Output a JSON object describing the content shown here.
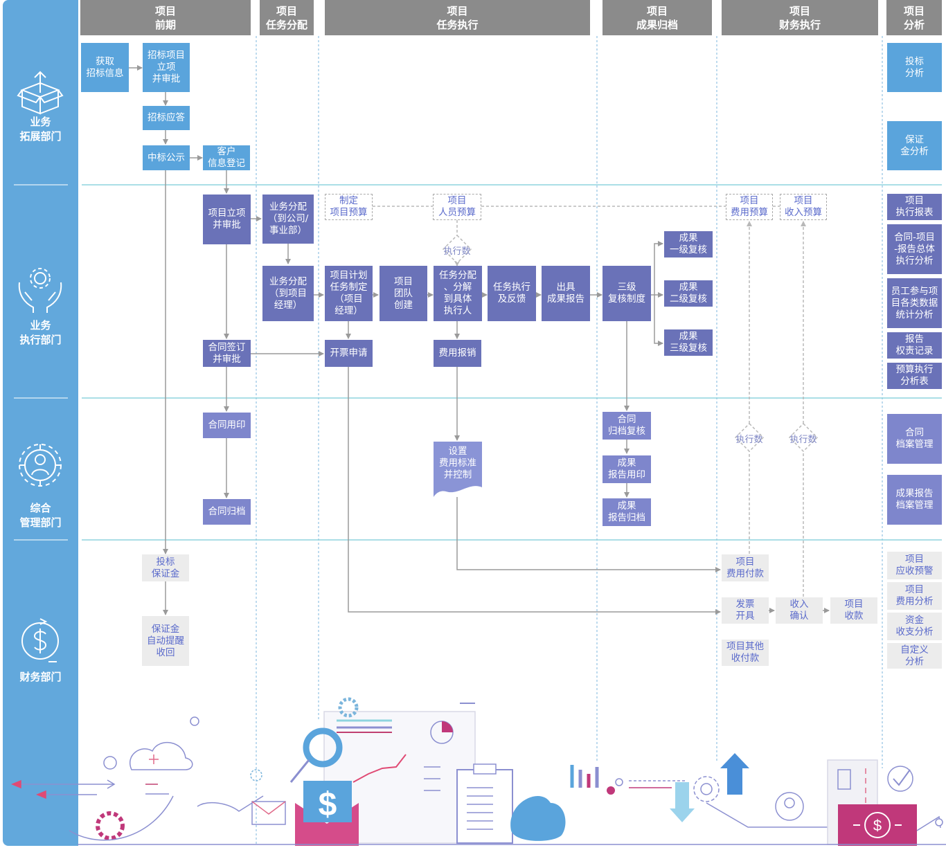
{
  "headers": [
    {
      "id": "h1",
      "label": "项目\n前期"
    },
    {
      "id": "h2",
      "label": "项目\n任务分配"
    },
    {
      "id": "h3",
      "label": "项目\n任务执行"
    },
    {
      "id": "h4",
      "label": "项目\n成果归档"
    },
    {
      "id": "h5",
      "label": "项目\n财务执行"
    },
    {
      "id": "h6",
      "label": "项目\n分析"
    }
  ],
  "departments": {
    "business": "业务\n拓展部门",
    "execution": "业务\n执行部门",
    "admin": "综合\n管理部门",
    "finance": "财务部门"
  },
  "boxes": {
    "b01": "获取\n招标信息",
    "b02": "招标项目\n立项\n并审批",
    "b03": "招标应答",
    "b04": "中标公示",
    "b05": "客户\n信息登记",
    "a01": "投标\n分析",
    "a02": "保证\n金分析",
    "e01": "项目立项\n并审批",
    "e02": "业务分配\n（到公司/\n事业部）",
    "e03": "业务分配\n（到项目\n经理）",
    "e04": "制定\n项目预算",
    "e05": "项目\n人员预算",
    "e06": "项目计划\n任务制定\n（项目\n经理）",
    "e07": "项目\n团队\n创建",
    "e08": "任务分配\n、分解\n到具体\n执行人",
    "e09": "任务执行\n及反馈",
    "e10": "出具\n成果报告",
    "e11": "三级\n复核制度",
    "e12": "成果\n一级复核",
    "e13": "成果\n二级复核",
    "e14": "成果\n三级复核",
    "e15": "合同签订\n并审批",
    "e16": "开票申请",
    "e17": "费用报销",
    "e18": "项目\n费用预算",
    "e19": "项目\n收入预算",
    "r01": "项目\n执行报表",
    "r02": "合同-项目\n-报告总体\n执行分析",
    "r03": "员工参与项\n目各类数据\n统计分析",
    "r04": "报告\n权责记录",
    "r05": "预算执行\n分析表",
    "m01": "合同用印",
    "m02": "合同归档",
    "m03": "设置\n费用标准\n并控制",
    "m04": "合同\n归档复核",
    "m05": "成果\n报告用印",
    "m06": "成果\n报告归档",
    "m07": "合同\n档案管理",
    "m08": "成果报告\n档案管理",
    "f01": "投标\n保证金",
    "f02": "保证金\n自动提醒\n收回",
    "f03": "项目\n费用付款",
    "f04": "发票\n开具",
    "f05": "收入\n确认",
    "f06": "项目\n收款",
    "f07": "项目其他\n收付款",
    "f08": "项目\n应收预警",
    "f09": "项目\n费用分析",
    "f10": "资金\n收支分析",
    "f11": "自定义\n分析"
  },
  "diamonds": {
    "d1": "执行数",
    "d2": "执行数",
    "d3": "执行数"
  },
  "colors": {
    "sidebar": "#62a8dc",
    "header": "#8b8b8b",
    "blue_box": "#5aa4dc",
    "purple_box": "#6a72b8",
    "gray_box": "#ececec",
    "swimlane_line": "#8ed4de",
    "arrow": "#9a9a9a"
  },
  "icons": [
    "box-upload-icon",
    "hands-gear-icon",
    "gear-person-icon",
    "dollar-cycle-icon"
  ]
}
